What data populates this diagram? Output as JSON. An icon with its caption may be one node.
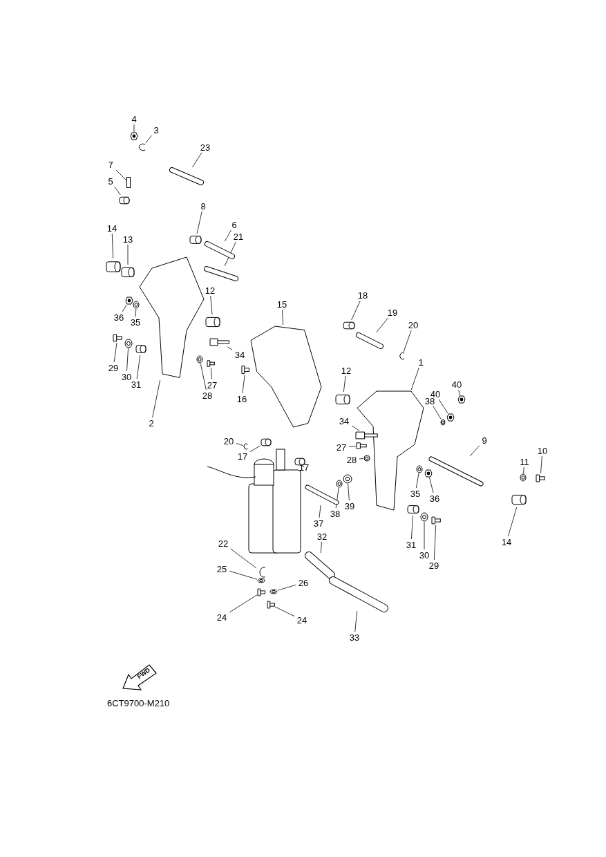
{
  "diagram": {
    "nodes": [
      {
        "text": [
          "1"
        ]
      },
      {
        "text": [],
        "shape": "picture"
      },
      {
        "text": [
          "2"
        ]
      },
      {
        "text": [],
        "shape": "picture"
      },
      {
        "text": [
          "3"
        ]
      },
      {
        "text": [],
        "shape": "picture"
      },
      {
        "text": [
          "4"
        ]
      },
      {
        "text": [],
        "shape": "picture"
      },
      {
        "text": [
          "5"
        ]
      },
      {
        "text": [],
        "shape": "picture"
      },
      {
        "text": [
          "6"
        ]
      },
      {
        "text": [],
        "shape": "picture"
      },
      {
        "text": [
          "7"
        ]
      },
      {
        "text": [],
        "shape": "box"
      },
      {
        "text": [
          "8"
        ]
      },
      {
        "text": [],
        "shape": "picture"
      },
      {
        "text": [
          "9"
        ]
      },
      {
        "text": [],
        "shape": "picture"
      },
      {
        "text": [
          "10"
        ]
      },
      {
        "text": [],
        "shape": "picture"
      },
      {
        "text": [
          "11"
        ]
      },
      {
        "text": [],
        "shape": "picture"
      },
      {
        "text": [
          "12"
        ]
      },
      {
        "text": [],
        "shape": "picture"
      },
      {
        "text": [
          "12"
        ]
      },
      {
        "text": [],
        "shape": "picture"
      },
      {
        "text": [
          "13"
        ]
      },
      {
        "text": [],
        "shape": "picture"
      },
      {
        "text": [
          "14"
        ]
      },
      {
        "text": [],
        "shape": "picture"
      },
      {
        "text": [
          "14"
        ]
      },
      {
        "text": [],
        "shape": "picture"
      },
      {
        "text": [
          "15"
        ]
      },
      {
        "text": [],
        "shape": "picture"
      },
      {
        "text": [
          "16"
        ]
      },
      {
        "text": [],
        "shape": "picture"
      },
      {
        "text": [
          "17"
        ]
      },
      {
        "text": [],
        "shape": "picture"
      },
      {
        "text": [
          "17"
        ]
      },
      {
        "text": [],
        "shape": "picture"
      },
      {
        "text": [
          "18"
        ]
      },
      {
        "text": [],
        "shape": "picture"
      },
      {
        "text": [
          "19"
        ]
      },
      {
        "text": [],
        "shape": "picture"
      },
      {
        "text": [
          "20"
        ]
      },
      {
        "text": [],
        "shape": "picture"
      },
      {
        "text": [
          "20"
        ]
      },
      {
        "text": [],
        "shape": "picture"
      },
      {
        "text": [
          "21"
        ]
      },
      {
        "text": [],
        "shape": "picture"
      },
      {
        "text": [
          "22"
        ]
      },
      {
        "text": [],
        "shape": "picture"
      },
      {
        "text": [
          "23"
        ]
      },
      {
        "text": [],
        "shape": "picture"
      },
      {
        "text": [
          "24"
        ]
      },
      {
        "text": [],
        "shape": "picture"
      },
      {
        "text": [
          "24"
        ]
      },
      {
        "text": [],
        "shape": "picture"
      },
      {
        "text": [
          "25"
        ]
      },
      {
        "text": [],
        "shape": "picture"
      },
      {
        "text": [
          "26"
        ]
      },
      {
        "text": [],
        "shape": "picture"
      },
      {
        "text": [
          "27"
        ]
      },
      {
        "text": [],
        "shape": "picture"
      },
      {
        "text": [
          "27"
        ]
      },
      {
        "text": [],
        "shape": "picture"
      },
      {
        "text": [
          "28"
        ]
      },
      {
        "text": [],
        "shape": "picture"
      },
      {
        "text": [
          "28"
        ]
      },
      {
        "text": [],
        "shape": "picture"
      },
      {
        "text": [
          "29"
        ]
      },
      {
        "text": [],
        "shape": "picture"
      },
      {
        "text": [
          "29"
        ]
      },
      {
        "text": [],
        "shape": "picture"
      },
      {
        "text": [
          "30"
        ]
      },
      {
        "text": [],
        "shape": "picture"
      },
      {
        "text": [
          "30"
        ]
      },
      {
        "text": [],
        "shape": "picture"
      },
      {
        "text": [
          "31"
        ]
      },
      {
        "text": [],
        "shape": "picture"
      },
      {
        "text": [
          "31"
        ]
      },
      {
        "text": [],
        "shape": "picture"
      },
      {
        "text": [
          "32"
        ]
      },
      {
        "text": [],
        "shape": "picture"
      },
      {
        "text": [
          "33"
        ]
      },
      {
        "text": [],
        "shape": "picture"
      },
      {
        "text": [
          "34"
        ]
      },
      {
        "text": [],
        "shape": "picture"
      },
      {
        "text": [
          "34"
        ]
      },
      {
        "text": [],
        "shape": "picture"
      },
      {
        "text": [
          "35"
        ]
      },
      {
        "text": [],
        "shape": "picture"
      },
      {
        "text": [
          "35"
        ]
      },
      {
        "text": [],
        "shape": "picture"
      },
      {
        "text": [
          "36"
        ]
      },
      {
        "text": [],
        "shape": "picture"
      },
      {
        "text": [
          "36"
        ]
      },
      {
        "text": [],
        "shape": "picture"
      },
      {
        "text": [
          "37"
        ]
      },
      {
        "text": [],
        "shape": "picture"
      },
      {
        "text": [
          "38"
        ]
      },
      {
        "text": [],
        "shape": "picture"
      },
      {
        "text": [
          "38"
        ]
      },
      {
        "text": [],
        "shape": "picture"
      },
      {
        "text": [
          "39"
        ]
      },
      {
        "text": [],
        "shape": "picture"
      },
      {
        "text": [
          "40"
        ]
      },
      {
        "text": [],
        "shape": "picture"
      },
      {
        "text": [
          "40"
        ]
      },
      {
        "text": [],
        "shape": "picture"
      }
    ],
    "edges": [
      {
        "from": 0,
        "to": 1,
        "arrow": "none"
      },
      {
        "from": 2,
        "to": 3,
        "arrow": "none"
      },
      {
        "from": 4,
        "to": 5,
        "arrow": "none"
      },
      {
        "from": 6,
        "to": 7,
        "arrow": "none"
      },
      {
        "from": 8,
        "to": 9,
        "arrow": "none"
      },
      {
        "from": 10,
        "to": 11,
        "arrow": "none"
      },
      {
        "from": 12,
        "to": 13,
        "arrow": "none"
      },
      {
        "from": 14,
        "to": 15,
        "arrow": "none"
      },
      {
        "from": 16,
        "to": 17,
        "arrow": "none"
      },
      {
        "from": 18,
        "to": 19,
        "arrow": "none"
      },
      {
        "from": 20,
        "to": 21,
        "arrow": "none"
      },
      {
        "from": 22,
        "to": 23,
        "arrow": "none"
      },
      {
        "from": 24,
        "to": 25,
        "arrow": "none"
      },
      {
        "from": 26,
        "to": 27,
        "arrow": "none"
      },
      {
        "from": 28,
        "to": 29,
        "arrow": "none"
      },
      {
        "from": 30,
        "to": 31,
        "arrow": "none"
      },
      {
        "from": 32,
        "to": 33,
        "arrow": "none"
      },
      {
        "from": 34,
        "to": 35,
        "arrow": "none"
      },
      {
        "from": 36,
        "to": 37,
        "arrow": "none"
      },
      {
        "from": 38,
        "to": 39,
        "arrow": "none"
      },
      {
        "from": 40,
        "to": 41,
        "arrow": "none"
      },
      {
        "from": 42,
        "to": 43,
        "arrow": "none"
      },
      {
        "from": 44,
        "to": 45,
        "arrow": "none"
      },
      {
        "from": 46,
        "to": 47,
        "arrow": "none"
      },
      {
        "from": 48,
        "to": 49,
        "arrow": "none"
      },
      {
        "from": 50,
        "to": 51,
        "arrow": "none"
      },
      {
        "from": 52,
        "to": 53,
        "arrow": "none"
      },
      {
        "from": 54,
        "to": 55,
        "arrow": "none"
      },
      {
        "from": 56,
        "to": 57,
        "arrow": "none"
      },
      {
        "from": 58,
        "to": 59,
        "arrow": "none"
      },
      {
        "from": 60,
        "to": 61,
        "arrow": "none"
      },
      {
        "from": 62,
        "to": 63,
        "arrow": "none"
      },
      {
        "from": 64,
        "to": 65,
        "arrow": "none"
      },
      {
        "from": 66,
        "to": 67,
        "arrow": "none"
      },
      {
        "from": 68,
        "to": 69,
        "arrow": "none"
      },
      {
        "from": 70,
        "to": 71,
        "arrow": "none"
      },
      {
        "from": 72,
        "to": 73,
        "arrow": "none"
      },
      {
        "from": 74,
        "to": 75,
        "arrow": "none"
      },
      {
        "from": 76,
        "to": 77,
        "arrow": "none"
      },
      {
        "from": 78,
        "to": 79,
        "arrow": "none"
      },
      {
        "from": 80,
        "to": 81,
        "arrow": "none"
      },
      {
        "from": 82,
        "to": 83,
        "arrow": "none"
      },
      {
        "from": 84,
        "to": 85,
        "arrow": "none"
      },
      {
        "from": 86,
        "to": 87,
        "arrow": "none"
      },
      {
        "from": 88,
        "to": 89,
        "arrow": "none"
      },
      {
        "from": 90,
        "to": 91,
        "arrow": "none"
      },
      {
        "from": 92,
        "to": 93,
        "arrow": "none"
      },
      {
        "from": 94,
        "to": 95,
        "arrow": "none"
      },
      {
        "from": 96,
        "to": 97,
        "arrow": "none"
      },
      {
        "from": 98,
        "to": 99,
        "arrow": "none"
      },
      {
        "from": 100,
        "to": 101,
        "arrow": "none"
      },
      {
        "from": 102,
        "to": 103,
        "arrow": "none"
      },
      {
        "from": 104,
        "to": 105,
        "arrow": "none"
      },
      {
        "from": 106,
        "to": 107,
        "arrow": "none"
      },
      {
        "from": 108,
        "to": 109,
        "arrow": "none"
      }
    ],
    "labels": [
      "FWD",
      "6CT9700-M210"
    ]
  }
}
